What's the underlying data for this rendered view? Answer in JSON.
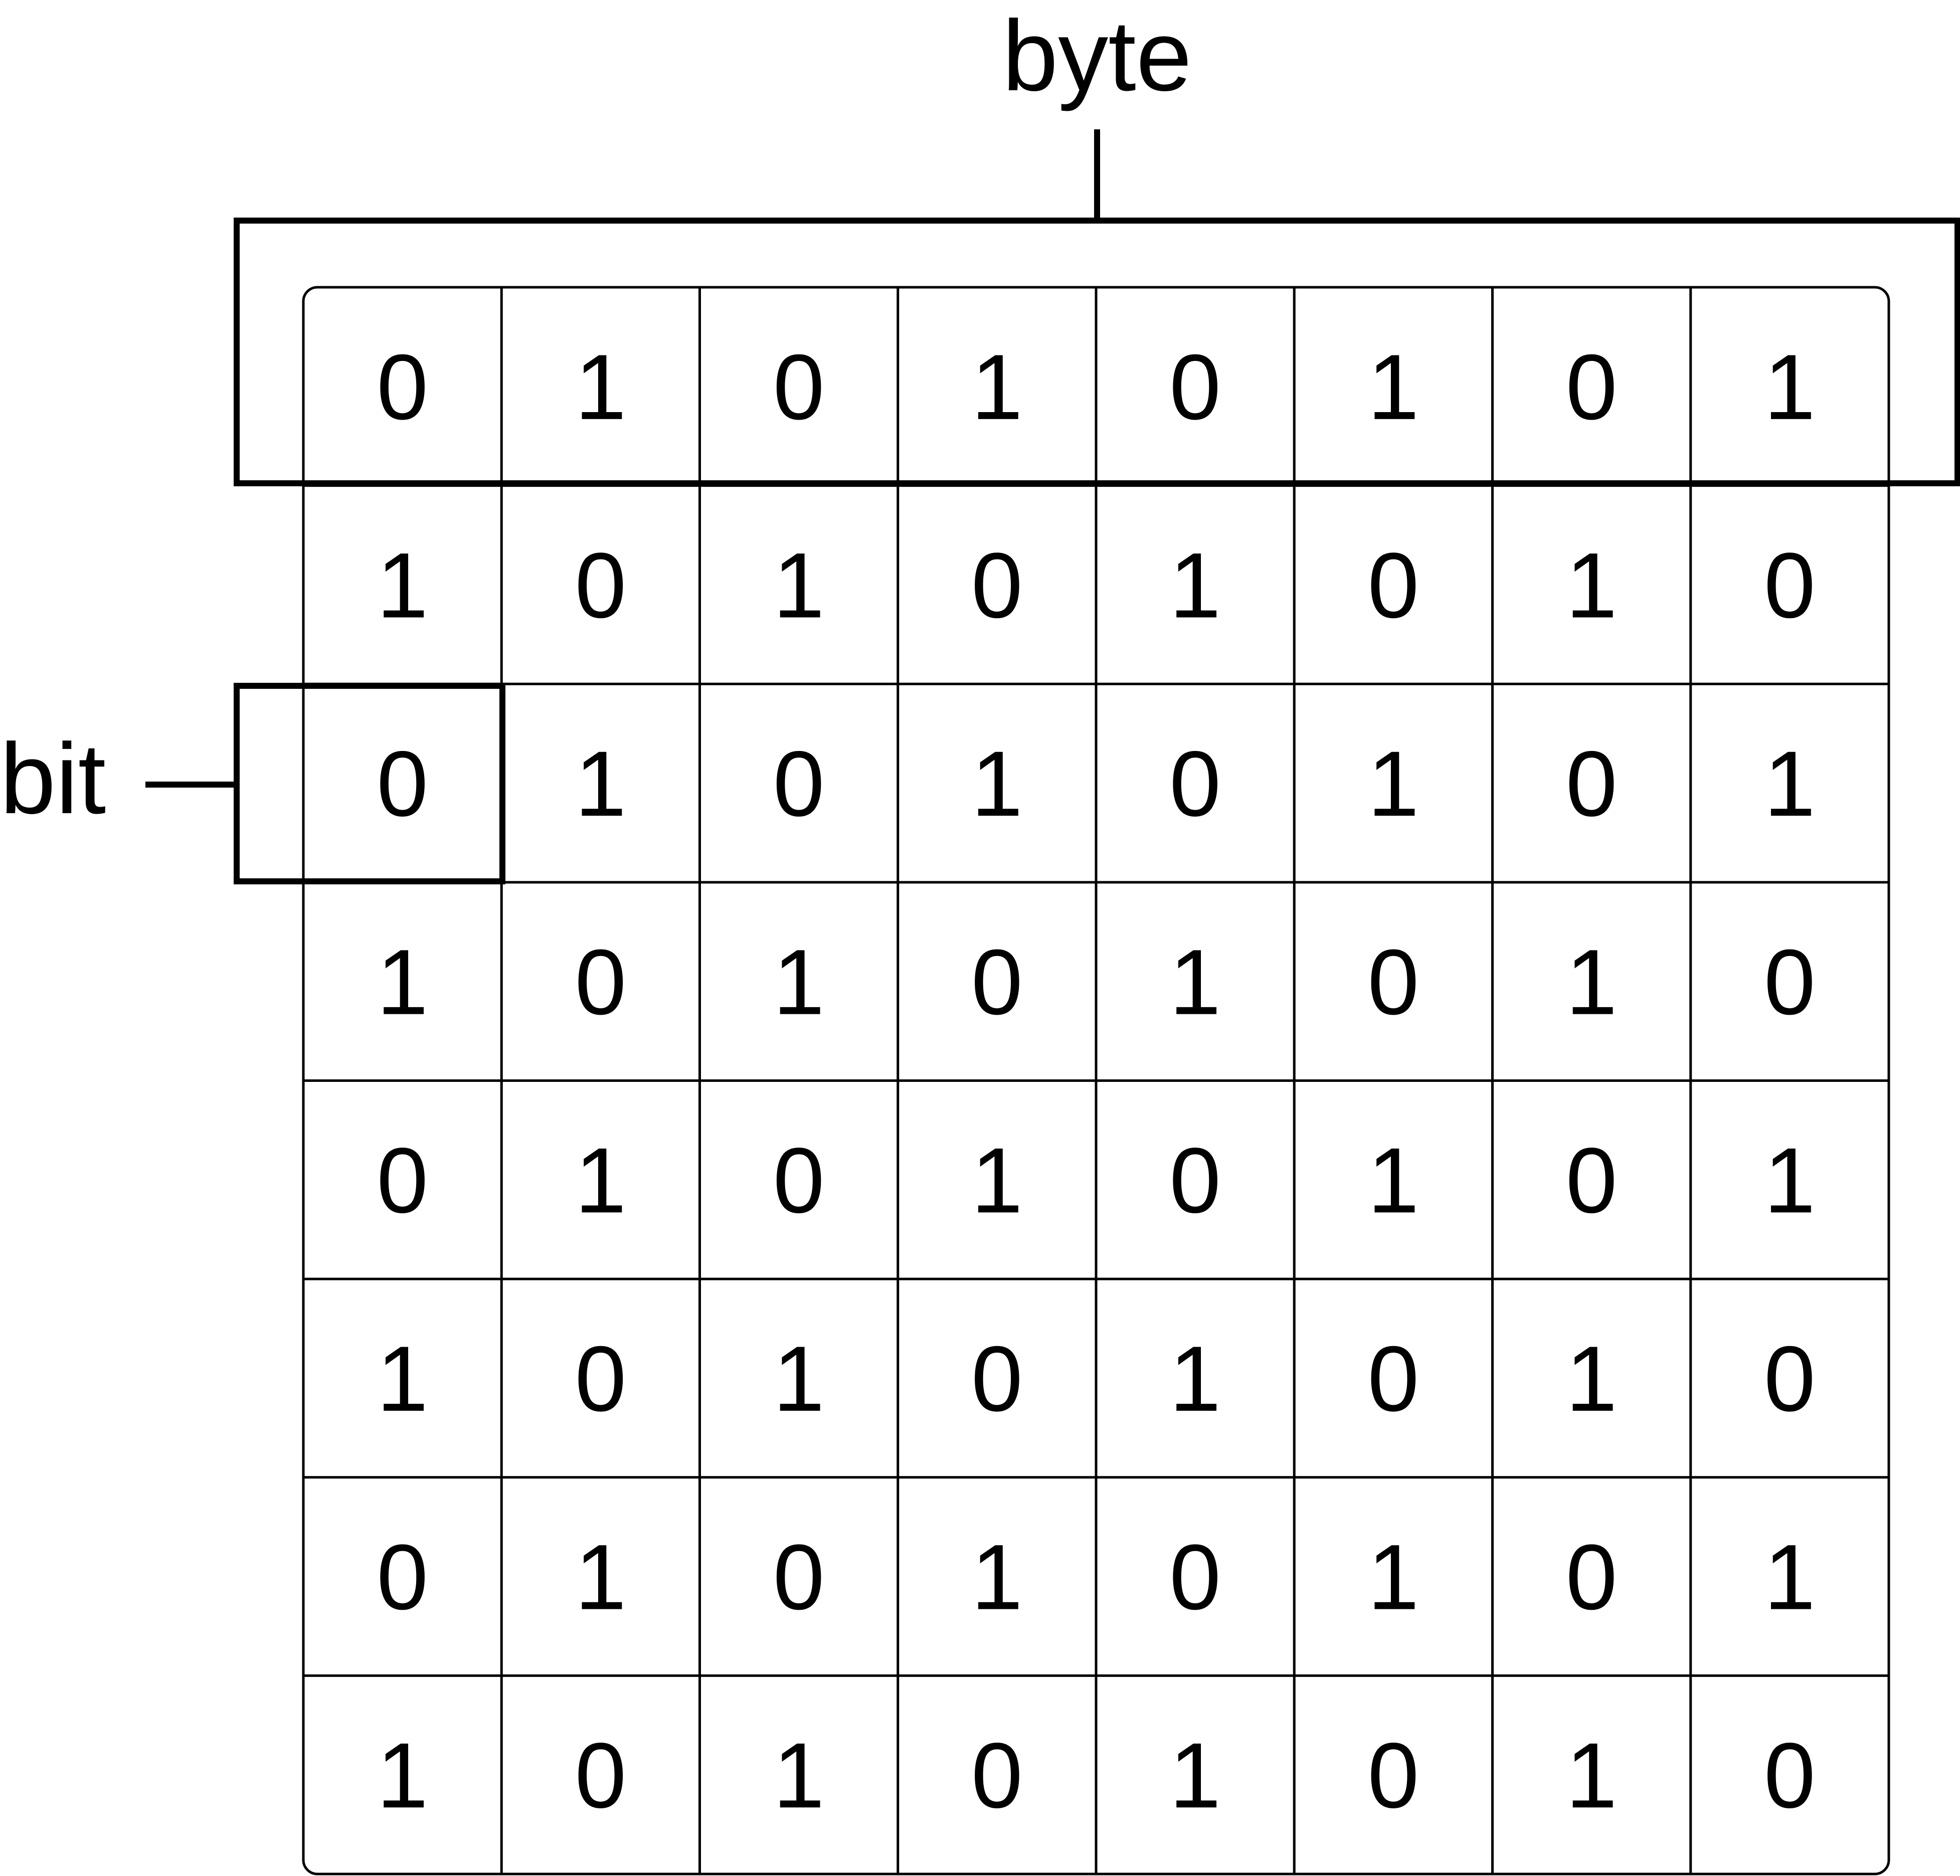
{
  "labels": {
    "byte": "byte",
    "bit": "bit"
  },
  "grid": {
    "rows": [
      [
        "0",
        "1",
        "0",
        "1",
        "0",
        "1",
        "0",
        "1"
      ],
      [
        "1",
        "0",
        "1",
        "0",
        "1",
        "0",
        "1",
        "0"
      ],
      [
        "0",
        "1",
        "0",
        "1",
        "0",
        "1",
        "0",
        "1"
      ],
      [
        "1",
        "0",
        "1",
        "0",
        "1",
        "0",
        "1",
        "0"
      ],
      [
        "0",
        "1",
        "0",
        "1",
        "0",
        "1",
        "0",
        "1"
      ],
      [
        "1",
        "0",
        "1",
        "0",
        "1",
        "0",
        "1",
        "0"
      ],
      [
        "0",
        "1",
        "0",
        "1",
        "0",
        "1",
        "0",
        "1"
      ],
      [
        "1",
        "0",
        "1",
        "0",
        "1",
        "0",
        "1",
        "0"
      ]
    ]
  },
  "highlights": {
    "byte_row": 0,
    "bit_cell": {
      "row": 2,
      "col": 0
    }
  },
  "colors": {
    "line": "#000000",
    "text": "#000000",
    "background": "#ffffff"
  }
}
